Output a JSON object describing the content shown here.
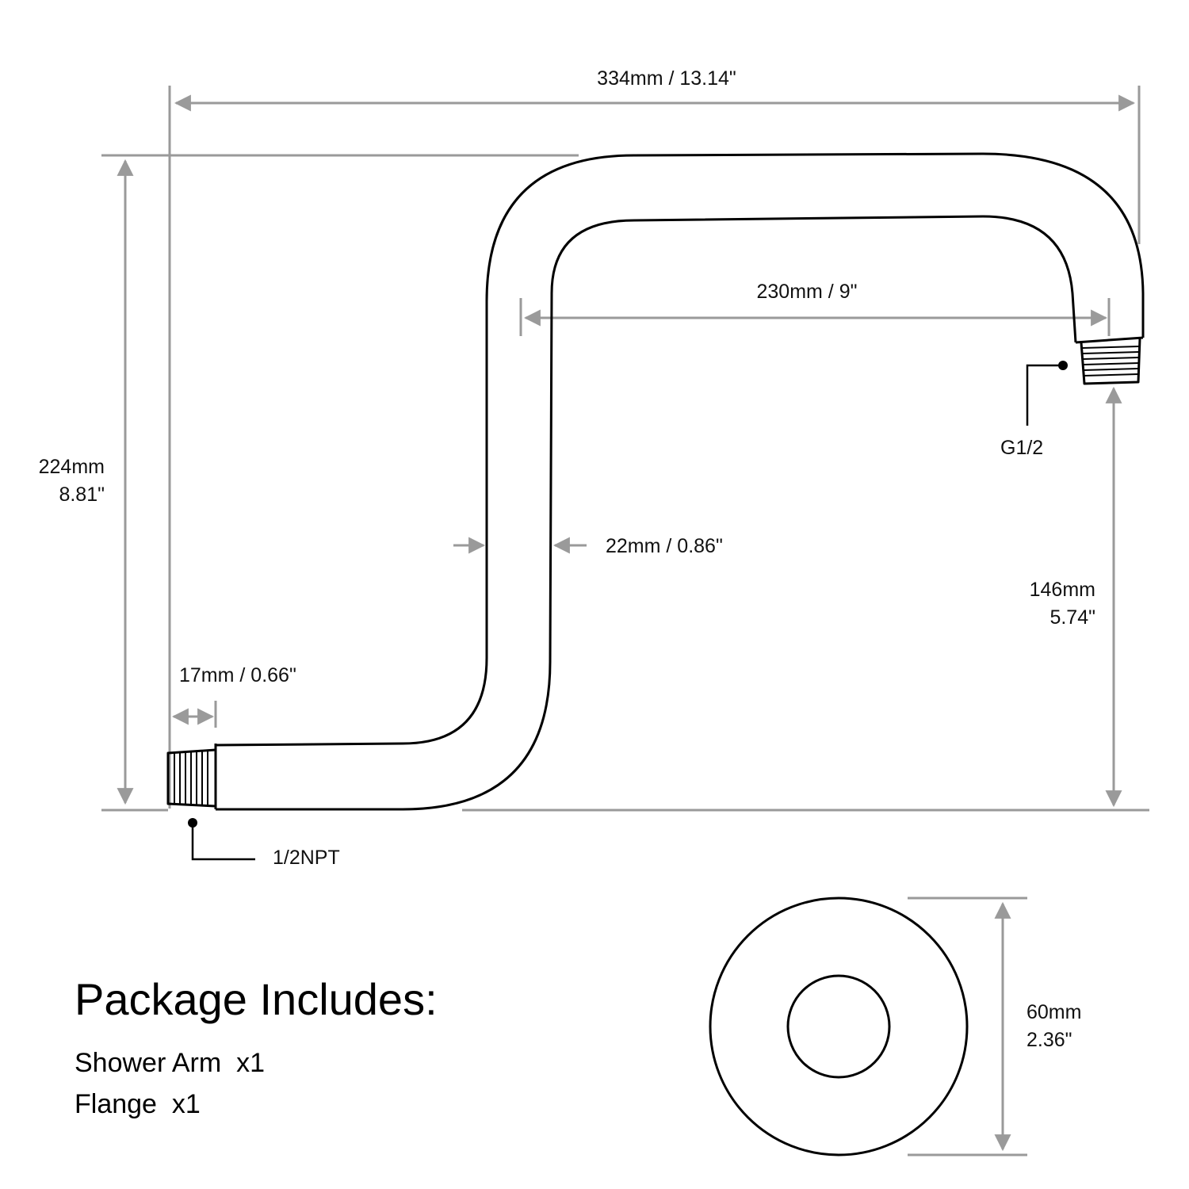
{
  "dimensions": {
    "overall_width": "334mm / 13.14\"",
    "inner_width": "230mm / 9\"",
    "overall_height_mm": "224mm",
    "overall_height_in": "8.81\"",
    "pipe_diameter": "22mm / 0.86\"",
    "thread_length": "17mm / 0.66\"",
    "outlet_height_mm": "146mm",
    "outlet_height_in": "5.74\"",
    "flange_diameter_mm": "60mm",
    "flange_diameter_in": "2.36\""
  },
  "callouts": {
    "outlet_thread": "G1/2",
    "inlet_thread": "1/2NPT"
  },
  "package": {
    "title": "Package Includes:",
    "items": [
      {
        "label": "Shower Arm  x1"
      },
      {
        "label": "Flange  x1"
      }
    ]
  },
  "colors": {
    "line": "#000000",
    "dimension": "#9a9a9a"
  }
}
